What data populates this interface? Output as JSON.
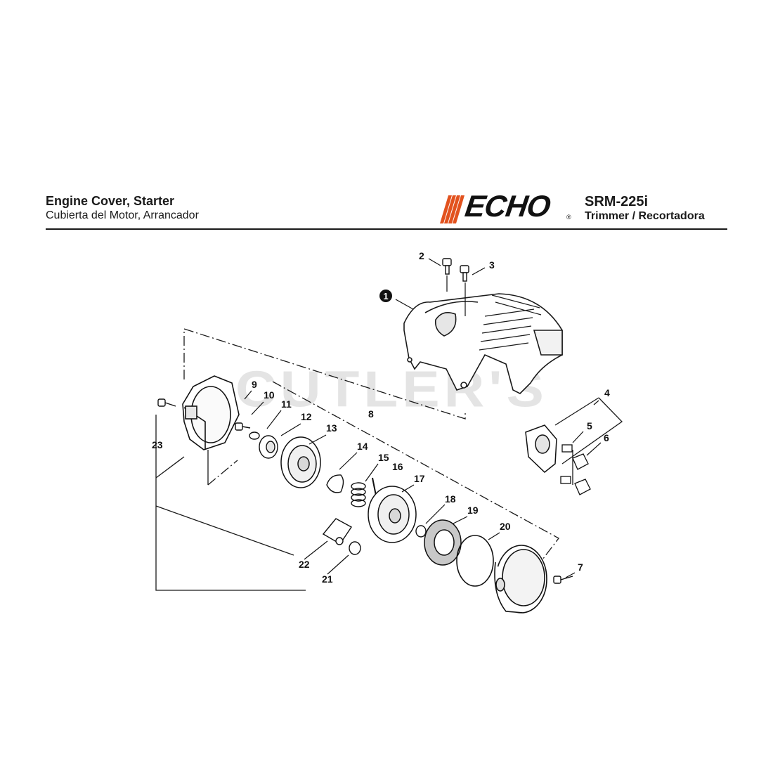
{
  "header": {
    "title_en": "Engine Cover, Starter",
    "title_es": "Cubierta del Motor, Arrancador",
    "brand": "ECHO",
    "model": "SRM-225i",
    "model_desc": "Trimmer / Recortadora"
  },
  "watermark": "CUTLER'S",
  "colors": {
    "brand_stripes": "#e2521e",
    "line": "#1a1a1a"
  },
  "callouts": {
    "p1": "1",
    "p2": "2",
    "p3": "3",
    "p4": "4",
    "p5": "5",
    "p6": "6",
    "p7": "7",
    "p8": "8",
    "p9": "9",
    "p10": "10",
    "p11": "11",
    "p12": "12",
    "p13": "13",
    "p14": "14",
    "p15": "15",
    "p16": "16",
    "p17": "17",
    "p18": "18",
    "p19": "19",
    "p20": "20",
    "p21": "21",
    "p22": "22",
    "p23": "23"
  }
}
